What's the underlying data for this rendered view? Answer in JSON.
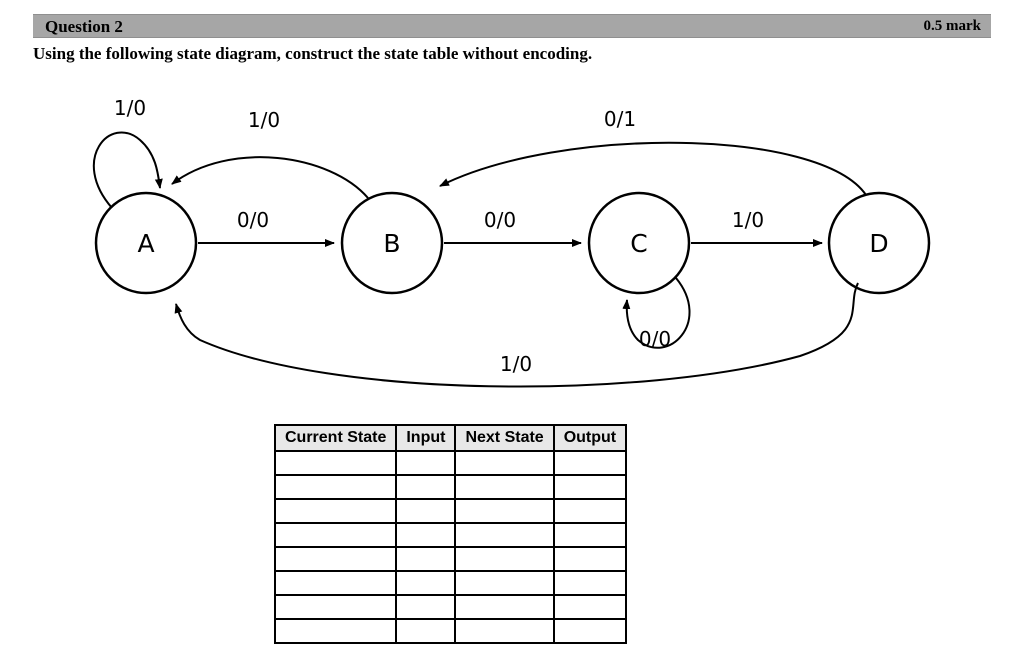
{
  "header": {
    "question_title": "Question 2",
    "mark": "0.5 mark"
  },
  "prompt": "Using the following state diagram, construct the state table without encoding.",
  "diagram": {
    "states": [
      {
        "id": "A",
        "label": "A"
      },
      {
        "id": "B",
        "label": "B"
      },
      {
        "id": "C",
        "label": "C"
      },
      {
        "id": "D",
        "label": "D"
      }
    ],
    "transitions": [
      {
        "from": "A",
        "to": "A",
        "label": "1/0"
      },
      {
        "from": "B",
        "to": "A",
        "label": "1/0"
      },
      {
        "from": "A",
        "to": "B",
        "label": "0/0"
      },
      {
        "from": "B",
        "to": "C",
        "label": "0/0"
      },
      {
        "from": "C",
        "to": "D",
        "label": "1/0"
      },
      {
        "from": "D",
        "to": "B",
        "label": "0/1"
      },
      {
        "from": "C",
        "to": "C",
        "label": "0/0"
      },
      {
        "from": "D",
        "to": "A",
        "label": "1/0"
      }
    ]
  },
  "table": {
    "columns": [
      "Current State",
      "Input",
      "Next State",
      "Output"
    ],
    "rows": [
      [
        "",
        "",
        "",
        ""
      ],
      [
        "",
        "",
        "",
        ""
      ],
      [
        "",
        "",
        "",
        ""
      ],
      [
        "",
        "",
        "",
        ""
      ],
      [
        "",
        "",
        "",
        ""
      ],
      [
        "",
        "",
        "",
        ""
      ],
      [
        "",
        "",
        "",
        ""
      ],
      [
        "",
        "",
        "",
        ""
      ]
    ]
  }
}
